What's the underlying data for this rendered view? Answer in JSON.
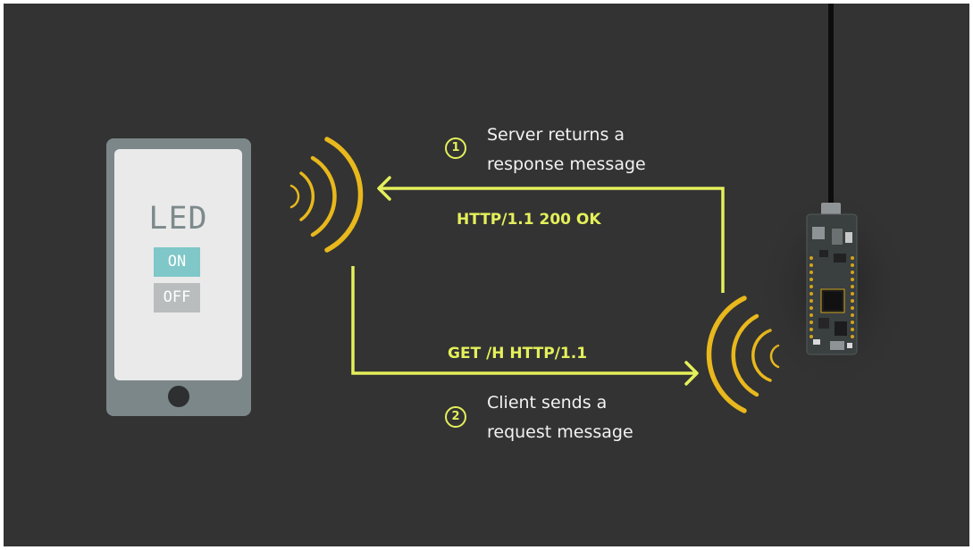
{
  "phone": {
    "title": "LED",
    "on_label": "ON",
    "off_label": "OFF"
  },
  "response": {
    "step_number": "1",
    "line1": "Server returns a",
    "line2": "response message",
    "http_label": "HTTP/1.1 200 OK"
  },
  "request": {
    "step_number": "2",
    "line1": "Client sends a",
    "line2": "request message",
    "http_label": "GET /H HTTP/1.1"
  },
  "colors": {
    "background": "#333333",
    "arrow": "#e4f05a",
    "wifi": "#e8b81c",
    "phone_body": "#7c8789",
    "board": "#3a3f40",
    "on_button": "#7fc7c8",
    "off_button": "#b9bdbd"
  },
  "icons": {
    "phone_wifi": "wifi-signal-icon",
    "board_wifi": "wifi-signal-icon",
    "board": "microcontroller-board-icon"
  }
}
